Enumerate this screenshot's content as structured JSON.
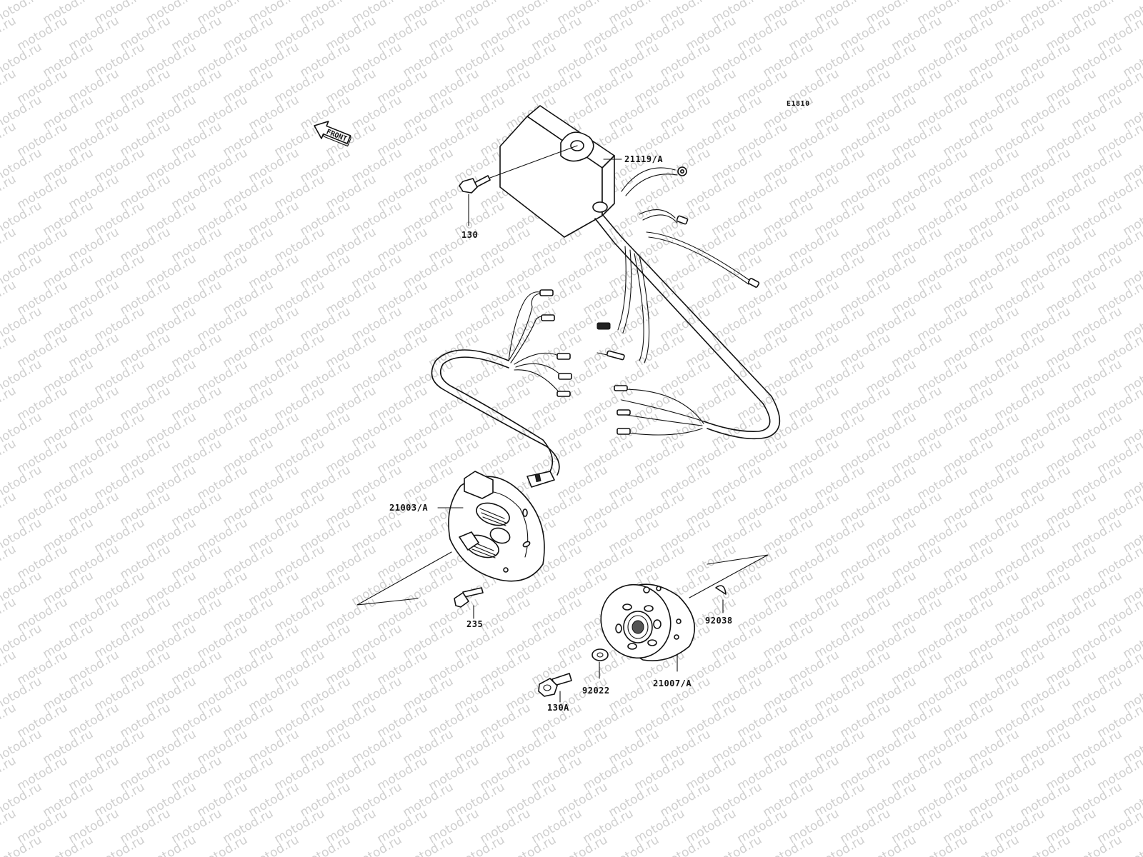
{
  "watermark": {
    "text": "motod.ru"
  },
  "diagram": {
    "code": "E1810",
    "front_label": "FRONT",
    "labels": {
      "cdi_unit": "21119/A",
      "bolt_130": "130",
      "stator": "21003/A",
      "screw_235": "235",
      "key": "92038",
      "washer": "92022",
      "rotor": "21007/A",
      "bolt_130a": "130A"
    }
  }
}
